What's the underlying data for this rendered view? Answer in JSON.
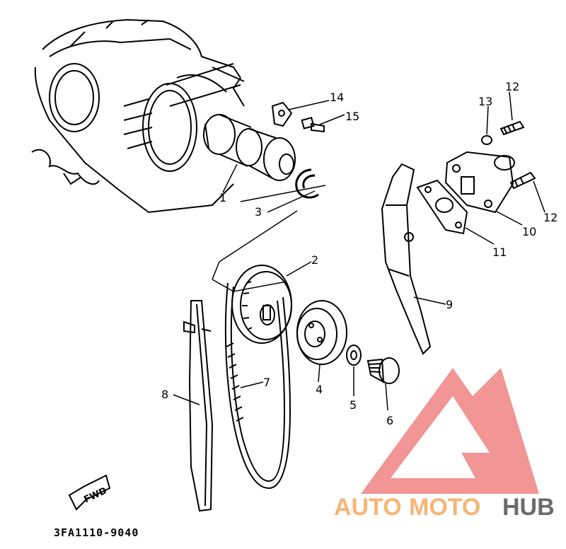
{
  "diagram": {
    "callouts": [
      {
        "id": "1",
        "label": "1"
      },
      {
        "id": "2",
        "label": "2"
      },
      {
        "id": "3",
        "label": "3"
      },
      {
        "id": "4",
        "label": "4"
      },
      {
        "id": "5",
        "label": "5"
      },
      {
        "id": "6",
        "label": "6"
      },
      {
        "id": "7",
        "label": "7"
      },
      {
        "id": "8",
        "label": "8"
      },
      {
        "id": "9",
        "label": "9"
      },
      {
        "id": "10",
        "label": "10"
      },
      {
        "id": "11",
        "label": "11"
      },
      {
        "id": "12a",
        "label": "12"
      },
      {
        "id": "12b",
        "label": "12"
      },
      {
        "id": "13",
        "label": "13"
      },
      {
        "id": "14",
        "label": "14"
      },
      {
        "id": "15",
        "label": "15"
      }
    ],
    "fwd_label": "FWD",
    "part_number": "3FA1110-9040"
  },
  "watermark": {
    "text_auto": "AUTO",
    "text_moto": "MOTO",
    "text_hub": "HUB",
    "colors": {
      "logo": "#f08a8a",
      "auto_moto": "#f6b676",
      "hub": "#6b6b6b"
    }
  }
}
